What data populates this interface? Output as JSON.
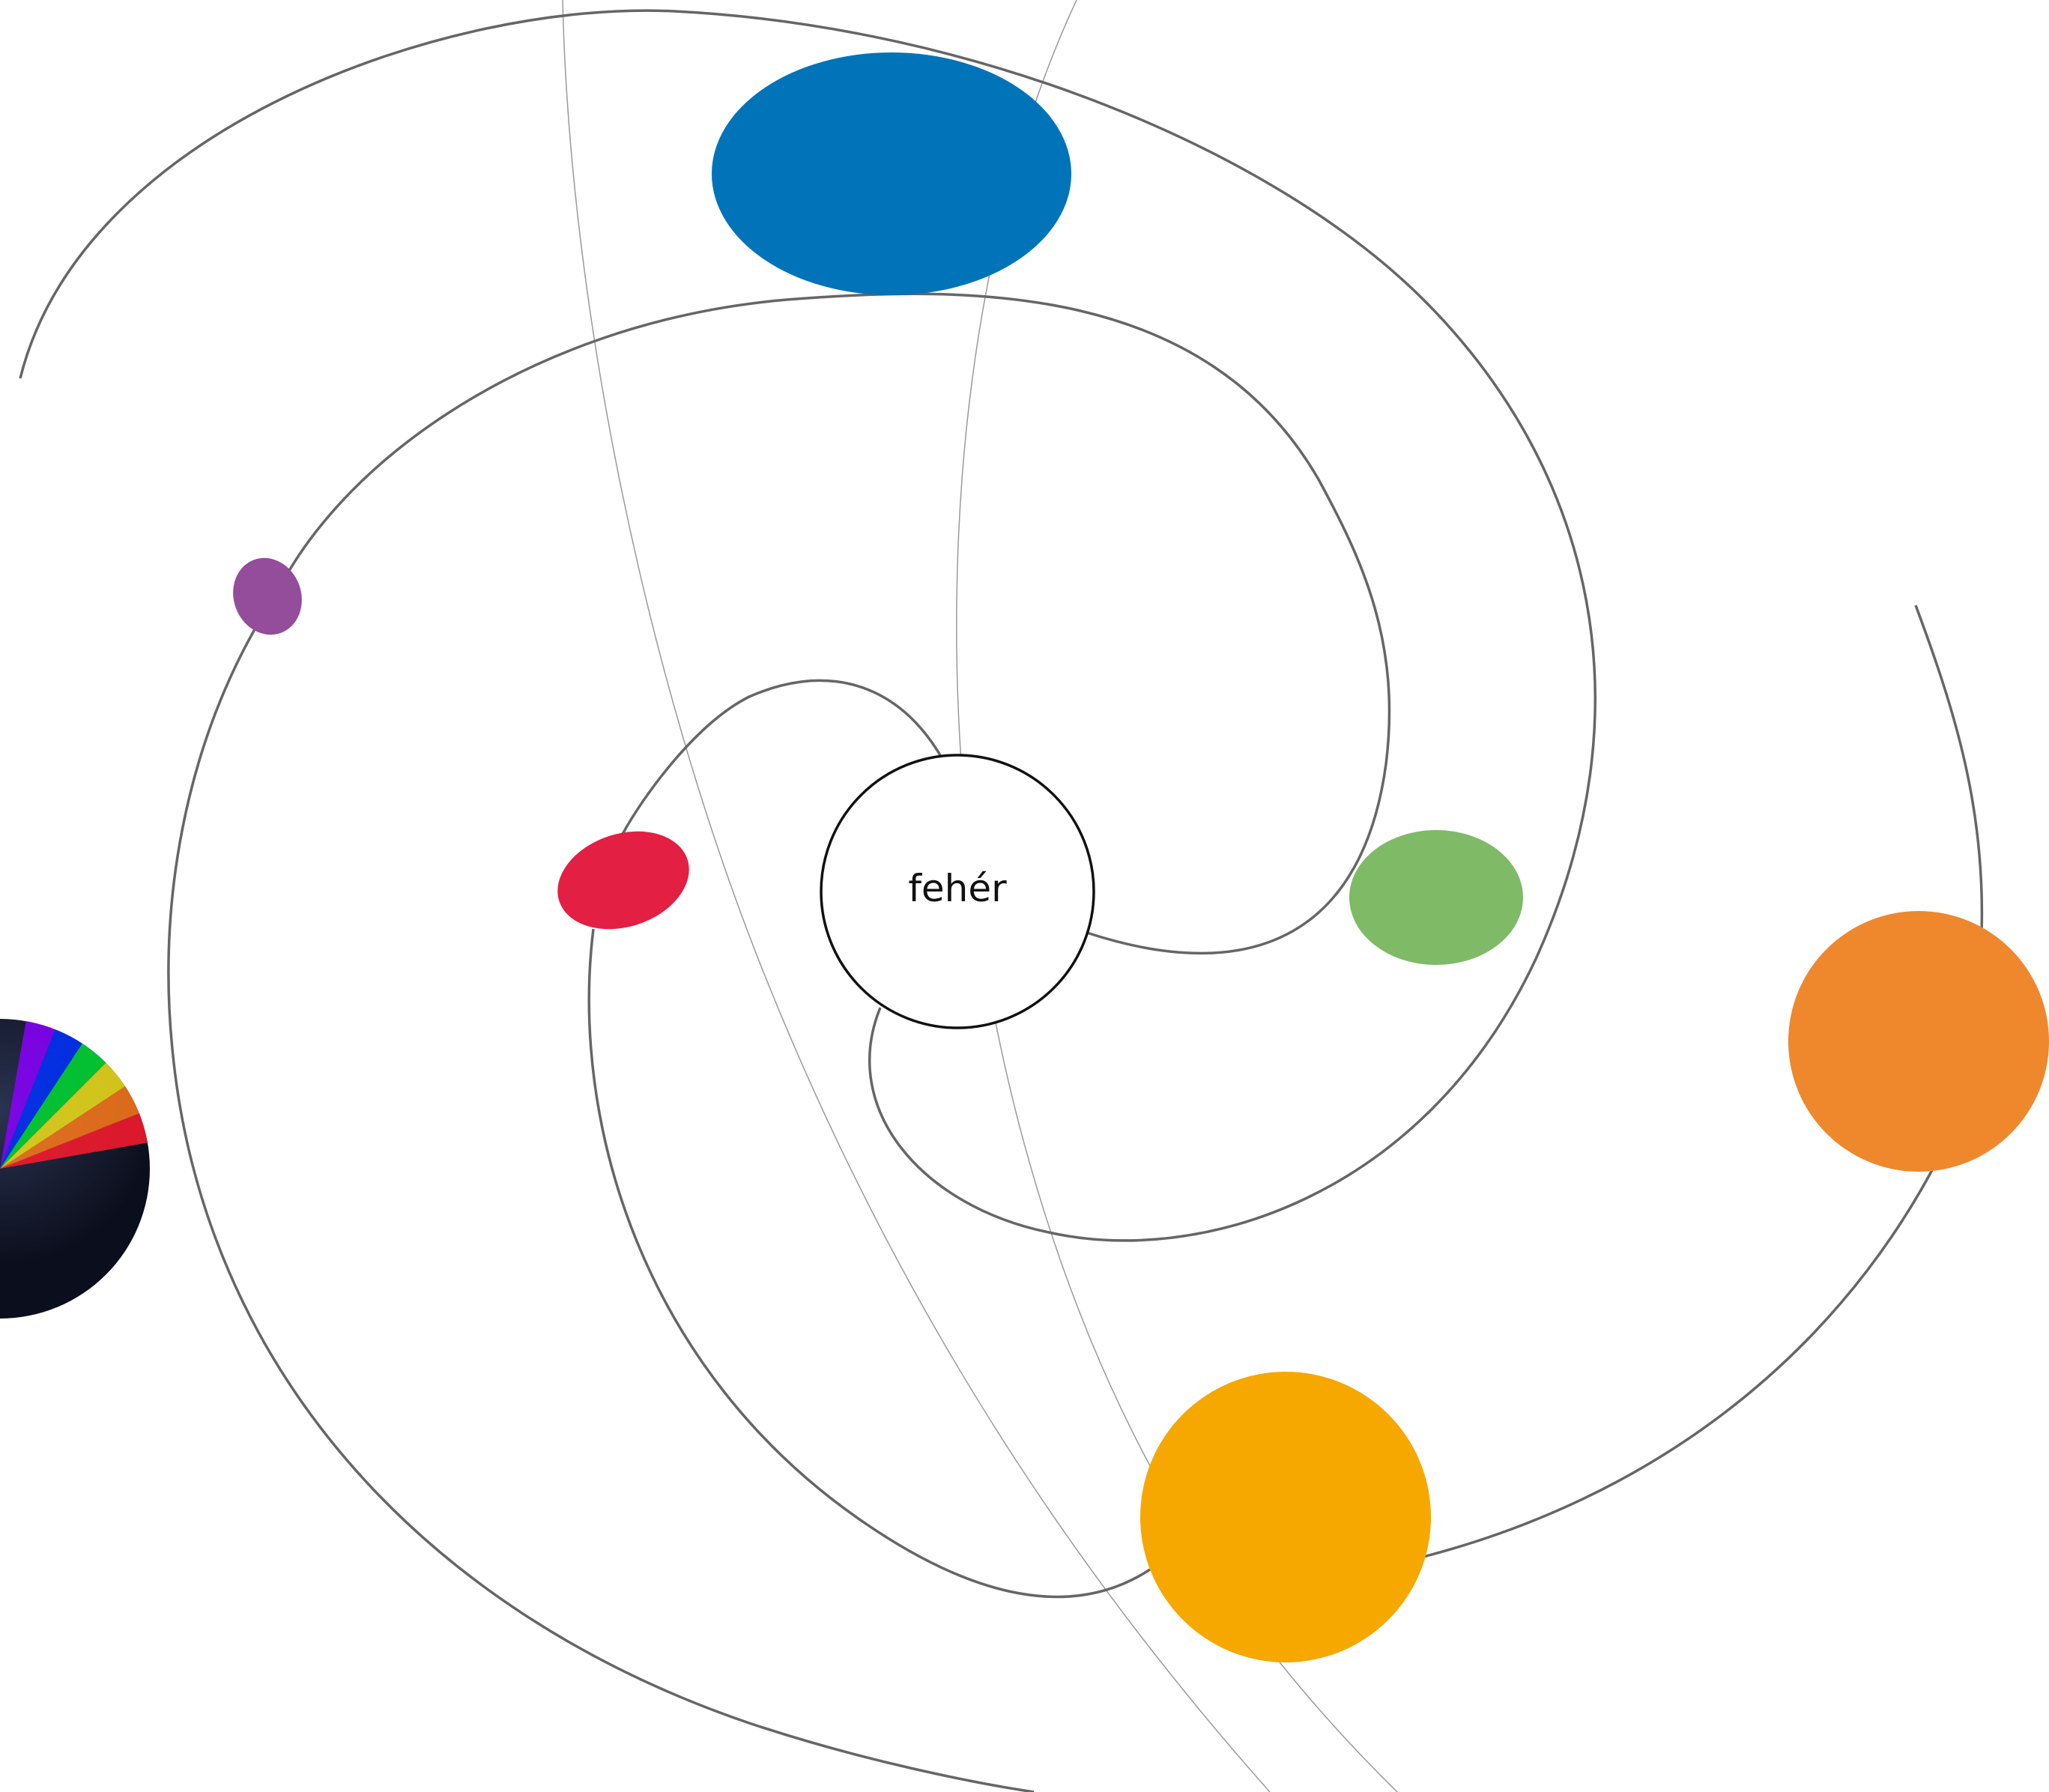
{
  "center": {
    "label": "fehér",
    "fill": "#ffffff",
    "stroke": "#111111"
  },
  "nodes": [
    {
      "id": "blue",
      "color": "#0073b9"
    },
    {
      "id": "purple",
      "color": "#944d9a"
    },
    {
      "id": "red",
      "color": "#e31f43"
    },
    {
      "id": "green",
      "color": "#7fba67"
    },
    {
      "id": "orange",
      "color": "#ef872d"
    },
    {
      "id": "yellow",
      "color": "#f6a800"
    }
  ],
  "wheel": {
    "colors": [
      "#8a00ff",
      "#0033ff",
      "#00dd33",
      "#f2e21a",
      "#ff7a1a",
      "#ff1a2e"
    ],
    "background": "#101426"
  },
  "lines": {
    "spiral_color": "#666666",
    "thin_color": "#9a9a9a"
  }
}
